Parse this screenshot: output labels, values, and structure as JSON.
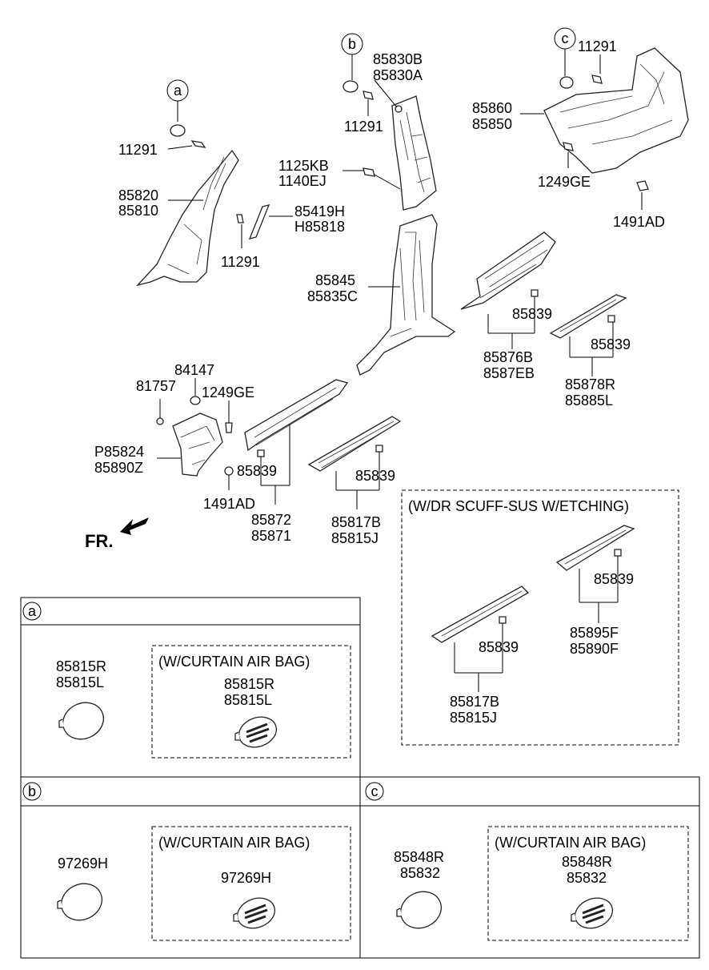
{
  "callouts": [
    "a",
    "b",
    "c"
  ],
  "parts": {
    "a_clip": "11291",
    "pillar_a_1": "85820",
    "pillar_a_2": "85810",
    "b_pillar_upper_1": "85830B",
    "b_pillar_upper_2": "85830A",
    "b_screw": "11291",
    "b_bolt_1": "1125KB",
    "b_bolt_2": "1140EJ",
    "bracket_1": "85419H",
    "bracket_2": "H85818",
    "bracket_screw": "11291",
    "c_screw": "11291",
    "c_trim_1": "85860",
    "c_trim_2": "85850",
    "c_bolt": "1249GE",
    "c_clip": "1491AD",
    "b_pillar_lower_1": "85845",
    "b_pillar_lower_2": "85835C",
    "rear_scuff_clip": "85839",
    "rear_scuff_1": "85876B",
    "rear_scuff_2": "8587EB",
    "rear_plate_clip": "85839",
    "rear_plate_1": "85878R",
    "rear_plate_2": "85885L",
    "cowl_clip_1": "84147",
    "cowl_clip_2": "81757",
    "cowl_bolt": "1249GE",
    "cowl_1": "P85824",
    "cowl_2": "85890Z",
    "cowl_lower_clip": "1491AD",
    "front_scuff_clip": "85839",
    "front_scuff_1": "85872",
    "front_scuff_2": "85871",
    "front_plate_clip": "85839",
    "front_plate_1": "85817B",
    "front_plate_2": "85815J"
  },
  "fr_label": "FR.",
  "etching_box": {
    "title": "(W/DR SCUFF-SUS W/ETCHING)",
    "rear_clip": "85839",
    "rear_1": "85895F",
    "rear_2": "85890F",
    "front_clip": "85839",
    "front_1": "85817B",
    "front_2": "85815J"
  },
  "panels": {
    "a": {
      "label": "a",
      "std_1": "85815R",
      "std_2": "85815L",
      "airbag_title": "(W/CURTAIN AIR BAG)",
      "airbag_1": "85815R",
      "airbag_2": "85815L"
    },
    "b": {
      "label": "b",
      "std_1": "97269H",
      "airbag_title": "(W/CURTAIN AIR BAG)",
      "airbag_1": "97269H"
    },
    "c": {
      "label": "c",
      "std_1": "85848R",
      "std_2": "85832",
      "airbag_title": "(W/CURTAIN AIR BAG)",
      "airbag_1": "85848R",
      "airbag_2": "85832"
    }
  },
  "badge_icon": "sab-airbag-badge"
}
